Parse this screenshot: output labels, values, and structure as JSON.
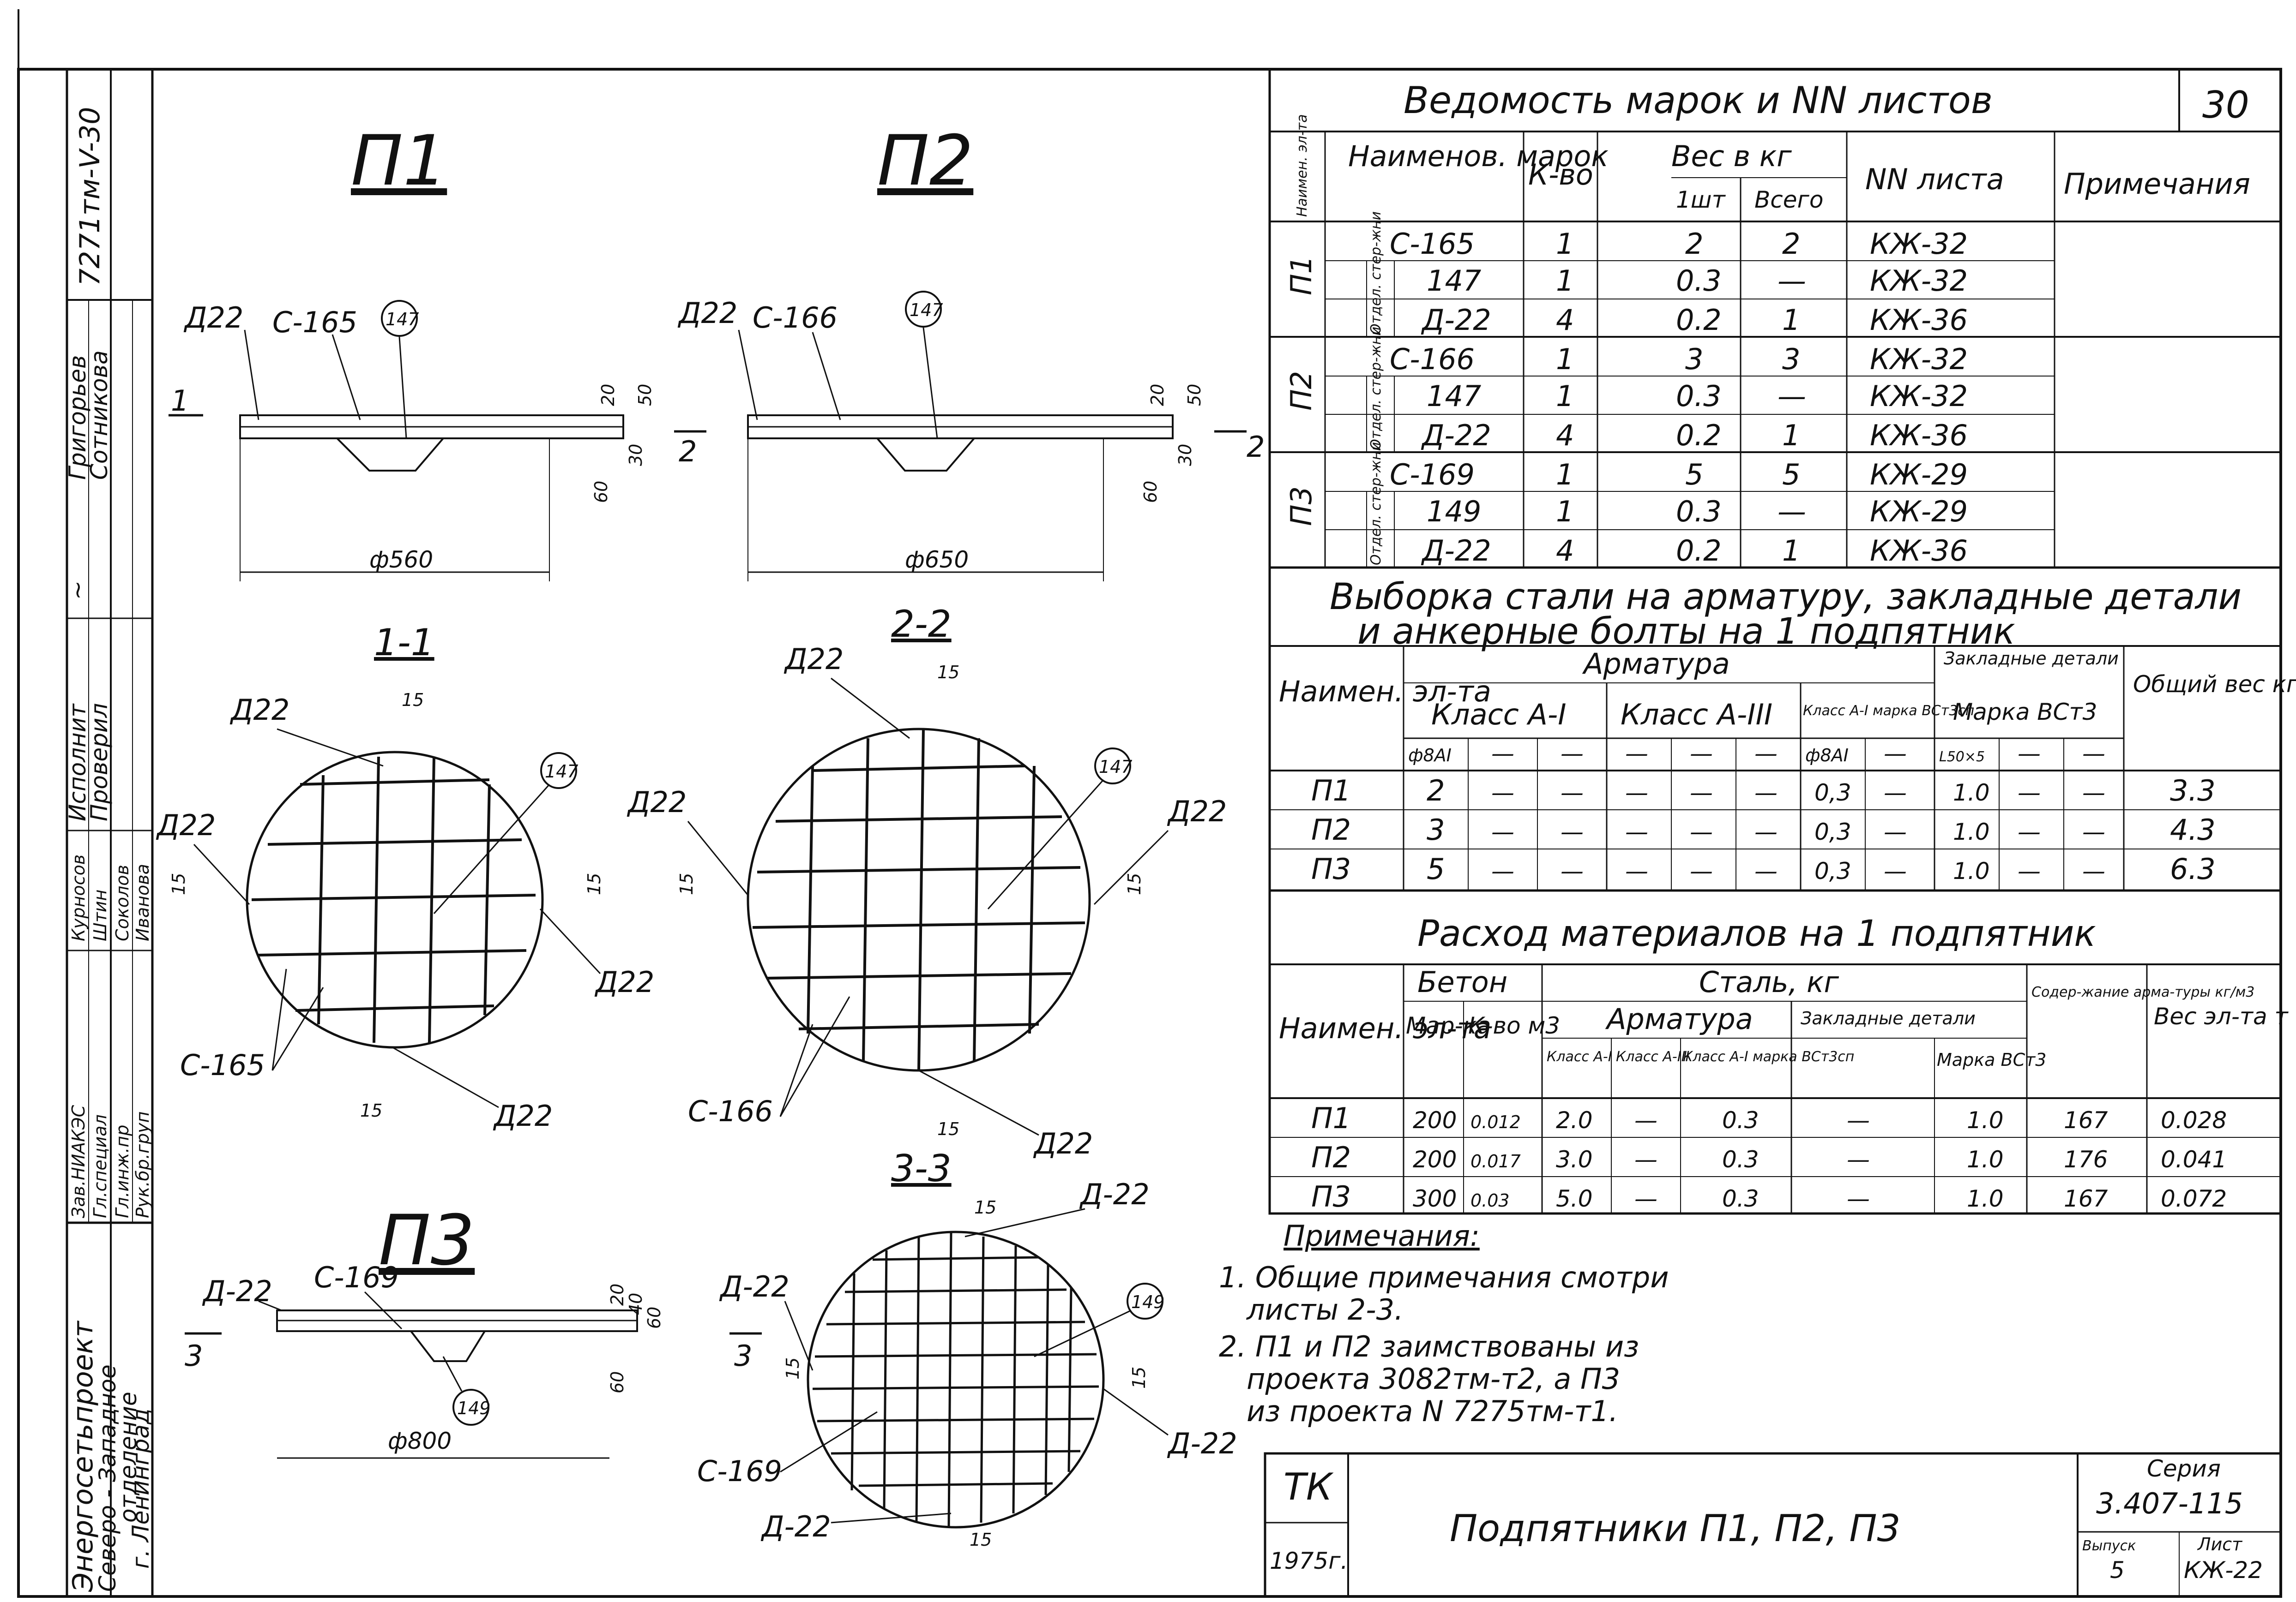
{
  "sheet_number": "30",
  "doc_code": "7271тм-V-30",
  "stamp": {
    "org_line1": "Энергосетьпроект",
    "org_line2": "Северо - Западное",
    "org_line3": "отделение",
    "org_line4": "г. Ленинград",
    "roles": [
      {
        "role": "Исполнит",
        "name": "Григорьев"
      },
      {
        "role": "Проверил",
        "name": "Сотникова"
      },
      {
        "role": "Зав.НИАКЭС",
        "name": "Курносов"
      },
      {
        "role": "Гл.специал",
        "name": "Штин"
      },
      {
        "role": "Гл.инж.пр",
        "name": "Соколов"
      },
      {
        "role": "Рук.бр.груп",
        "name": "Иванова"
      }
    ]
  },
  "drawings": {
    "p1": {
      "title": "П1",
      "diameter": "ф560",
      "section": "1-1",
      "cut_mark": "1",
      "dims": [
        "20",
        "50",
        "30",
        "60",
        "15",
        "15",
        "15",
        "15"
      ],
      "labels": {
        "d": "Д22",
        "s": "С-165",
        "n": "147"
      }
    },
    "p2": {
      "title": "П2",
      "diameter": "ф650",
      "section": "2-2",
      "cut_mark": "2",
      "dims": [
        "20",
        "50",
        "30",
        "60",
        "15",
        "15",
        "15",
        "15"
      ],
      "labels": {
        "d": "Д22",
        "s": "С-166",
        "n": "147"
      }
    },
    "p3": {
      "title": "П3",
      "diameter": "ф800",
      "section": "3-3",
      "cut_mark": "3",
      "dims": [
        "20",
        "40",
        "60",
        "60",
        "15",
        "15",
        "15",
        "15"
      ],
      "labels": {
        "d": "Д-22",
        "s": "С-169",
        "n": "149"
      }
    }
  },
  "marks_table": {
    "title": "Ведомость марок и NN листов",
    "headers": {
      "elem": "Наимен. эл-та",
      "name": "Наименов. марок",
      "qty": "К-во",
      "weight": "Вес в кг",
      "w1": "1шт",
      "wall": "Всего",
      "sheet": "NN листа",
      "note": "Примечания"
    },
    "sep_label": "Отдел. стер-жни",
    "groups": [
      {
        "elem": "П1",
        "rows": [
          {
            "name": "С-165",
            "qty": "1",
            "w1": "2",
            "wall": "2",
            "sheet": "КЖ-32"
          },
          {
            "name": "147",
            "qty": "1",
            "w1": "0.3",
            "wall": "—",
            "sheet": "КЖ-32"
          },
          {
            "name": "Д-22",
            "qty": "4",
            "w1": "0.2",
            "wall": "1",
            "sheet": "КЖ-36"
          }
        ]
      },
      {
        "elem": "П2",
        "rows": [
          {
            "name": "С-166",
            "qty": "1",
            "w1": "3",
            "wall": "3",
            "sheet": "КЖ-32"
          },
          {
            "name": "147",
            "qty": "1",
            "w1": "0.3",
            "wall": "—",
            "sheet": "КЖ-32"
          },
          {
            "name": "Д-22",
            "qty": "4",
            "w1": "0.2",
            "wall": "1",
            "sheet": "КЖ-36"
          }
        ]
      },
      {
        "elem": "П3",
        "rows": [
          {
            "name": "С-169",
            "qty": "1",
            "w1": "5",
            "wall": "5",
            "sheet": "КЖ-29"
          },
          {
            "name": "149",
            "qty": "1",
            "w1": "0.3",
            "wall": "—",
            "sheet": "КЖ-29"
          },
          {
            "name": "Д-22",
            "qty": "4",
            "w1": "0.2",
            "wall": "1",
            "sheet": "КЖ-36"
          }
        ]
      }
    ]
  },
  "steel_table": {
    "title_line1": "Выборка стали на арматуру, закладные детали",
    "title_line2": "и анкерные болты на 1 подпятник",
    "h_elem": "Наимен. эл-та",
    "h_arm": "Арматура",
    "h_cls1": "Класс А-I",
    "h_cls3": "Класс А-III",
    "h_clsbst": "Класс А-I марка ВСт3сп",
    "h_emb": "Закладные детали",
    "h_emb_mark": "Марка ВСт3",
    "h_total": "Общий вес кг",
    "sub": [
      "ф8АI",
      "—",
      "—",
      "—",
      "—",
      "—",
      "ф8АI",
      "—",
      "L50×5",
      "—",
      "—"
    ],
    "rows": [
      {
        "elem": "П1",
        "cells": [
          "2",
          "—",
          "—",
          "—",
          "—",
          "—",
          "0,3",
          "—",
          "1.0",
          "—",
          "—"
        ],
        "total": "3.3"
      },
      {
        "elem": "П2",
        "cells": [
          "3",
          "—",
          "—",
          "—",
          "—",
          "—",
          "0,3",
          "—",
          "1.0",
          "—",
          "—"
        ],
        "total": "4.3"
      },
      {
        "elem": "П3",
        "cells": [
          "5",
          "—",
          "—",
          "—",
          "—",
          "—",
          "0,3",
          "—",
          "1.0",
          "—",
          "—"
        ],
        "total": "6.3"
      }
    ]
  },
  "materials_table": {
    "title": "Расход материалов на 1 подпятник",
    "h_elem": "Наимен. эл-та",
    "h_concrete": "Бетон",
    "h_mark": "Мар-ка",
    "h_vol": "К-во м3",
    "h_steel": "Сталь, кг",
    "h_arm": "Арматура",
    "h_c1": "Класс А-I",
    "h_c3": "Класс А-III",
    "h_cbst": "Класс А-I марка ВСт3сп",
    "h_emb": "Закладные детали",
    "h_emb_mark": "Марка ВСт3",
    "h_content": "Содер-жание арма-туры кг/м3",
    "h_weight": "Вес эл-та т",
    "rows": [
      {
        "elem": "П1",
        "mark": "200",
        "vol": "0.012",
        "c1": "2.0",
        "c3": "—",
        "cb": "0.3",
        "e1": "—",
        "e2": "1.0",
        "content": "167",
        "weight": "0.028"
      },
      {
        "elem": "П2",
        "mark": "200",
        "vol": "0.017",
        "c1": "3.0",
        "c3": "—",
        "cb": "0.3",
        "e1": "—",
        "e2": "1.0",
        "content": "176",
        "weight": "0.041"
      },
      {
        "elem": "П3",
        "mark": "300",
        "vol": "0.03",
        "c1": "5.0",
        "c3": "—",
        "cb": "0.3",
        "e1": "—",
        "e2": "1.0",
        "content": "167",
        "weight": "0.072"
      }
    ]
  },
  "notes": {
    "title": "Примечания:",
    "n1a": "1. Общие примечания смотри",
    "n1b": "листы 2-3.",
    "n2a": "2. П1 и П2 заимствованы из",
    "n2b": "проекта 3082тм-т2, а П3",
    "n2c": "из проекта N 7275тм-т1."
  },
  "title_block": {
    "org": "ТК",
    "year": "1975г.",
    "title": "Подпятники П1, П2, П3",
    "series_label": "Серия",
    "series": "3.407-115",
    "issue_label": "Выпуск",
    "issue": "5",
    "sheet_label": "Лист",
    "sheet": "КЖ-22"
  }
}
